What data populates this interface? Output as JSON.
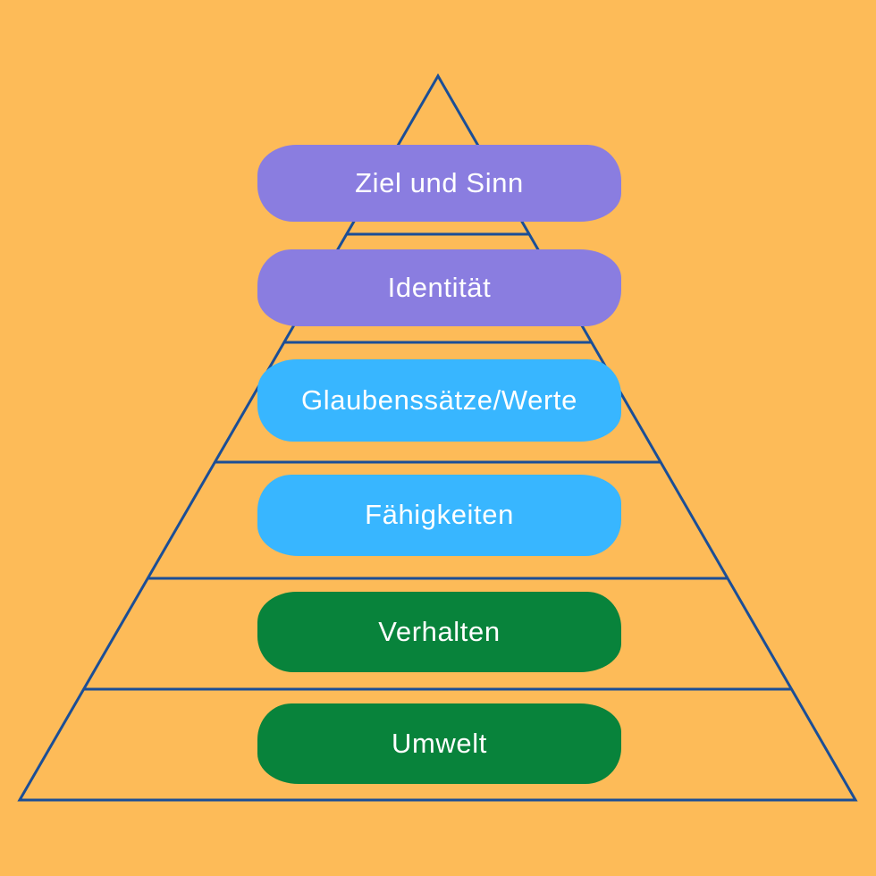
{
  "diagram": {
    "background_color": "#FDBB58",
    "outline_color": "#1B4E96",
    "label_text_color": "#FFFFFF",
    "levels": [
      {
        "label": "Ziel und Sinn",
        "color": "#8A7DE0"
      },
      {
        "label": "Identität",
        "color": "#8A7DE0"
      },
      {
        "label": "Glaubenssätze/Werte",
        "color": "#38B6FF"
      },
      {
        "label": "Fähigkeiten",
        "color": "#38B6FF"
      },
      {
        "label": "Verhalten",
        "color": "#08833B"
      },
      {
        "label": "Umwelt",
        "color": "#08833B"
      }
    ]
  }
}
